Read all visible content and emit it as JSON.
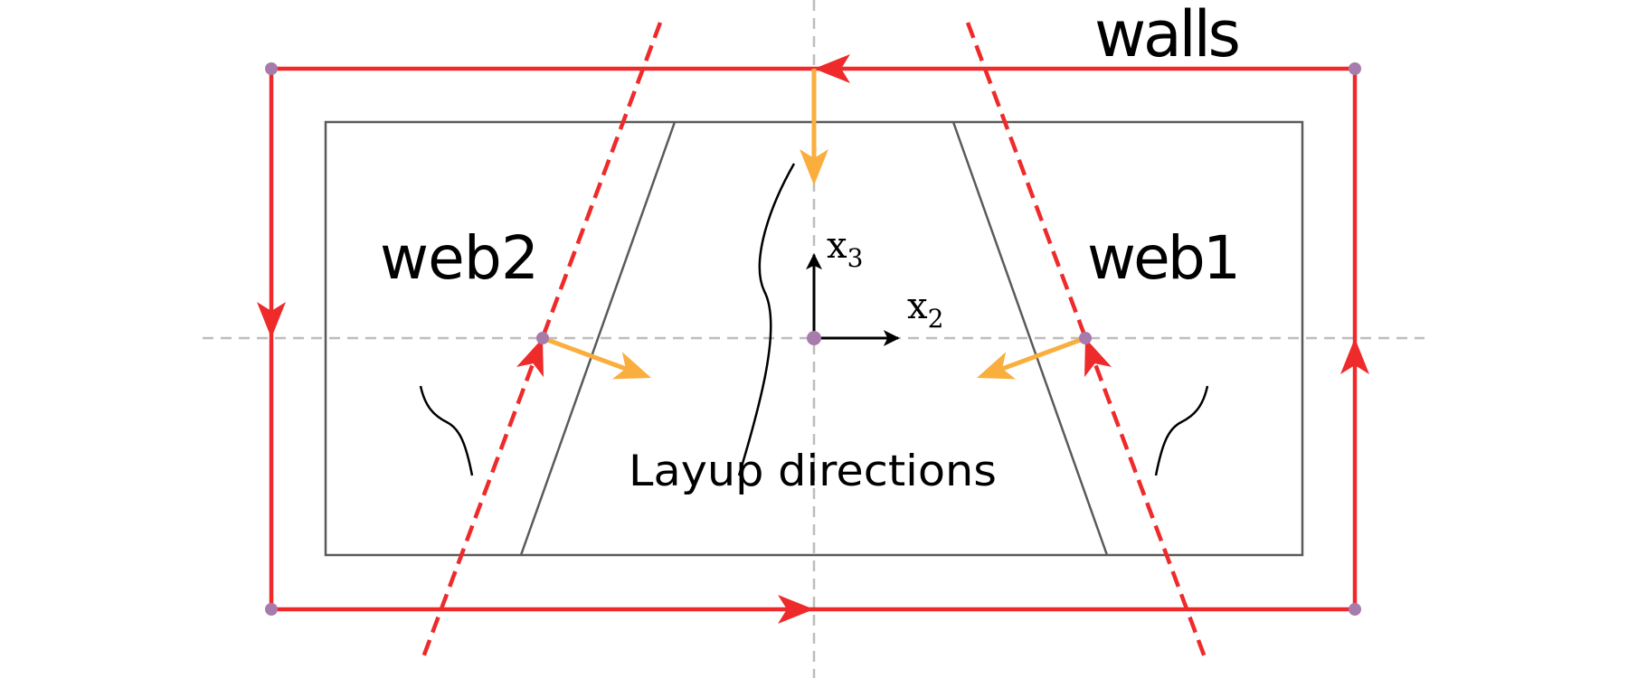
{
  "labels": {
    "walls": "walls",
    "web1": "web1",
    "web2": "web2",
    "layup": "Layup directions",
    "axis_x3_base": "x",
    "axis_x3_sub": "3",
    "axis_x2_base": "x",
    "axis_x2_sub": "2"
  },
  "colors": {
    "wall_path": "#ee2a2b",
    "layup_arrow": "#f9ae3e",
    "section_outline": "#5a5a5a",
    "node": "#a77bab",
    "reference_axis": "#bdbdbd",
    "coordinate_axis": "#000000"
  }
}
